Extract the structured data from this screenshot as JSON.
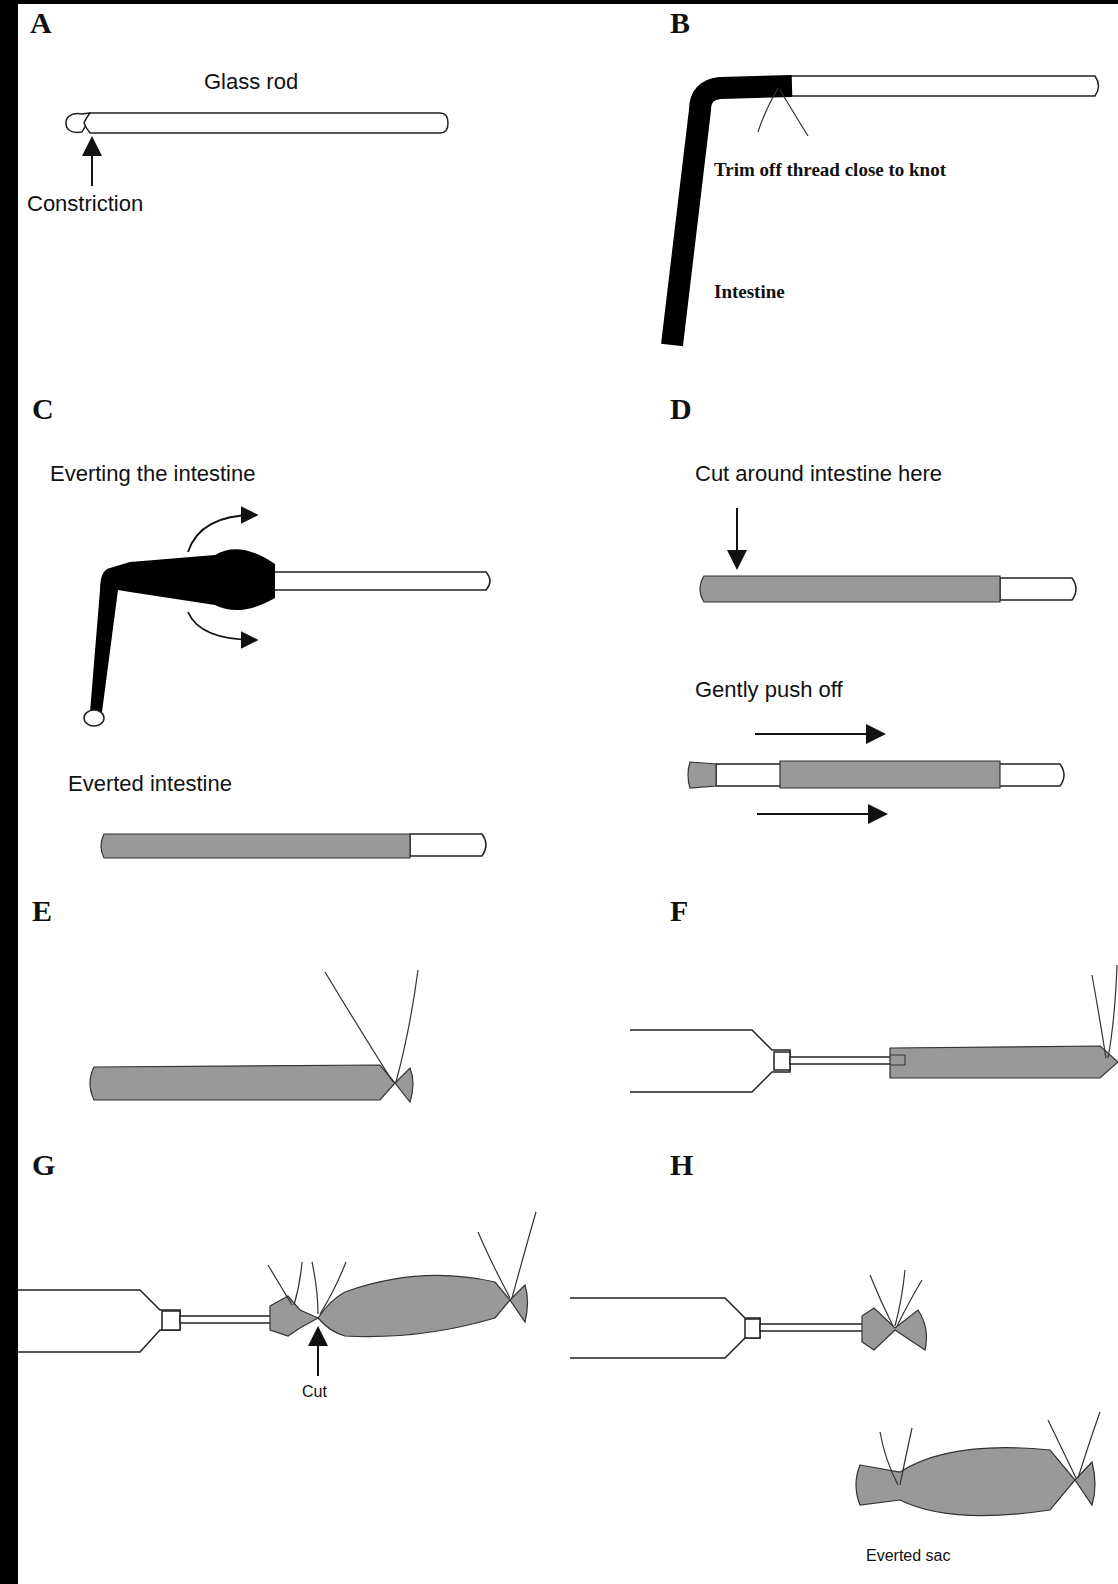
{
  "diagram": {
    "labels": [
      "A",
      "Glass rod",
      "Constriction",
      "B",
      "Trim off thread close to knot",
      "Intestine",
      "C",
      "Everting the intestine",
      "Everted intestine",
      "D",
      "Cut around intestine here",
      "Gently push off",
      "E",
      "F",
      "G",
      "Cut",
      "H",
      "Everted sac"
    ]
  }
}
